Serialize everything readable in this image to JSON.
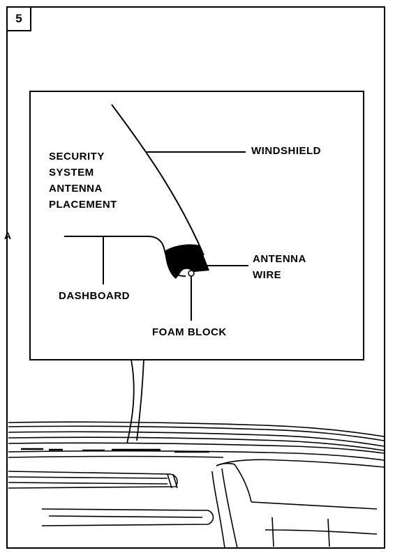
{
  "step_number": "5",
  "title_lines": [
    "SECURITY",
    "SYSTEM",
    "ANTENNA",
    "PLACEMENT"
  ],
  "labels": {
    "windshield": "WINDSHIELD",
    "antenna_wire_line1": "ANTENNA",
    "antenna_wire_line2": "WIRE",
    "dashboard": "DASHBOARD",
    "foam_block": "FOAM BLOCK"
  },
  "side_marker": "A"
}
